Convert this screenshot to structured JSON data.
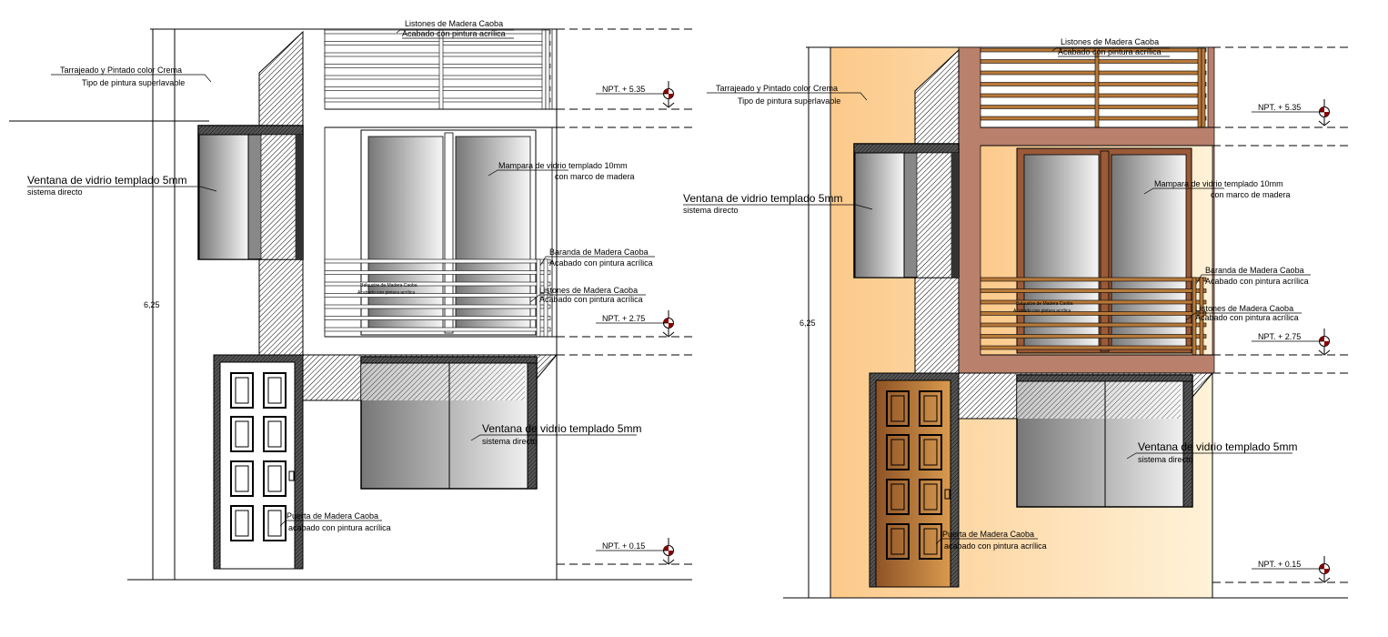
{
  "colors": {
    "line": "#000000",
    "glass_dark": "#777777",
    "glass_light": "#f4f4f4",
    "cream_dark": "#fcc98a",
    "cream_light": "#fff2d8",
    "brown_band": "#b9806c",
    "wood": "#b7793a",
    "door_dark": "#8e5326",
    "door_light": "#d99a4e",
    "level_marker": "#8b0000"
  },
  "elevations": [
    {
      "style": "line-drawing",
      "labels": {
        "top_louvers": "Listones de Madera Caoba",
        "top_louvers_finish": "Acabado con pintura acrílica",
        "wall_finish": "Tarrajeado y Pintado color Crema",
        "wall_paint": "Tipo de pintura superlavable",
        "side_window": "Ventana de vidrio templado 5mm",
        "side_window_system": "sistema directo",
        "screen": "Mampara de vidrio templado 10mm",
        "screen_frame": "con marco de madera",
        "railing": "Baranda de Madera Caoba",
        "railing_finish": "Acabado con pintura acrílica",
        "low_louvers": "Listones de Madera Caoba",
        "low_louvers_finish": "Acabado con pintura acrílica",
        "baluster": "Balaustre de Madera Caoba",
        "baluster_finish": "Acabado con pintura acrílica",
        "lower_window": "Ventana de vidrio templado 5mm",
        "lower_window_system": "sistema directo",
        "door": "Puerta de Madera Caoba",
        "door_finish": "acabado con pintura acrílica",
        "height_dimension": "6,25",
        "level_1": "NPT. + 5.35",
        "level_2": "NPT. + 2.75",
        "level_3": "NPT. + 0.15"
      }
    },
    {
      "style": "colored",
      "labels": {
        "top_louvers": "Listones de Madera Caoba",
        "top_louvers_finish": "Acabado con pintura acrílica",
        "wall_finish": "Tarrajeado y Pintado color Crema",
        "wall_paint": "Tipo de pintura superlavable",
        "side_window": "Ventana de vidrio templado 5mm",
        "side_window_system": "sistema directo",
        "screen": "Mampara de vidrio templado 10mm",
        "screen_frame": "con marco de madera",
        "railing": "Baranda de Madera Caoba",
        "railing_finish": "Acabado con pintura acrílica",
        "low_louvers": "Listones de Madera Caoba",
        "low_louvers_finish": "Acabado con pintura acrílica",
        "baluster": "Balaustre de Madera Caoba",
        "baluster_finish": "Acabado con pintura acrílica",
        "lower_window": "Ventana de vidrio templado 5mm",
        "lower_window_system": "sistema directo",
        "door": "Puerta de Madera Caoba",
        "door_finish": "acabado con pintura acrílica",
        "height_dimension": "6,25",
        "level_1": "NPT. + 5.35",
        "level_2": "NPT. + 2.75",
        "level_3": "NPT. + 0.15"
      }
    }
  ]
}
